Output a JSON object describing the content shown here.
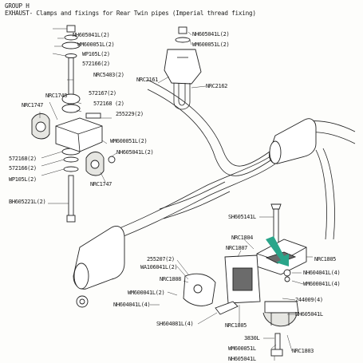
{
  "header": {
    "group": "GROUP H",
    "title": "EXHAUST- Clamps and fixings for Rear Twin pipes  (Imperial thread fixing)"
  },
  "arrow_color": "#2aa58a",
  "labels": {
    "nh605041l_tl": "NH605041L(2)",
    "wm600051l_tl": "WM600051L(2)",
    "wp105l_tl": "WP105L(2)",
    "p572166_tl": "572166(2)",
    "nrc5403": "NRC5403(2)",
    "nrc1748": "NRC1748",
    "nrc1747_l": "NRC1747",
    "p572167": "572167(2)",
    "p572168_t": "572168 (2)",
    "p255229": "255229(2)",
    "wm600051l_ml": "WM600051L(2)",
    "nh605041l_ml": "NH605041L(2)",
    "p572168_b": "572168(2)",
    "p572166_b": "572166(2)",
    "nrc1747_r": "NRC1747",
    "wp105l_b": "WP105L(2)",
    "bh605221l": "BH605221L(2)",
    "nh605041l_tr": "NH605041L(2)",
    "wm600051l_tr": "WM600051L(2)",
    "nrc2161": "NRC2161",
    "nrc2162": "NRC2162",
    "sh605141l": "SH605141L",
    "nrc1804": "NRC1804",
    "nrc1807": "NRC1807",
    "nrc1805_r": "NRC1805",
    "p255207": "255207(2)",
    "wa106041l": "WA106041L(2)",
    "nh604041l_r": "NH604041L(4)",
    "nrc1808": "NRC1808",
    "wm600041l_r": "WM600041L(4)",
    "wm600041l_l": "WM600041L(2)",
    "p244009": "244009(4)",
    "nh604041l_l": "NH604041L(4)",
    "nh605041l_br": "NH605041L",
    "sh604081l": "SH604081L(4)",
    "nrc1805_b": "NRC1805",
    "p3830l": "3830L",
    "wm600051l_b": "WM600051L",
    "nrc1803": "NRC1803",
    "nh605041l_b": "NH605041L"
  }
}
